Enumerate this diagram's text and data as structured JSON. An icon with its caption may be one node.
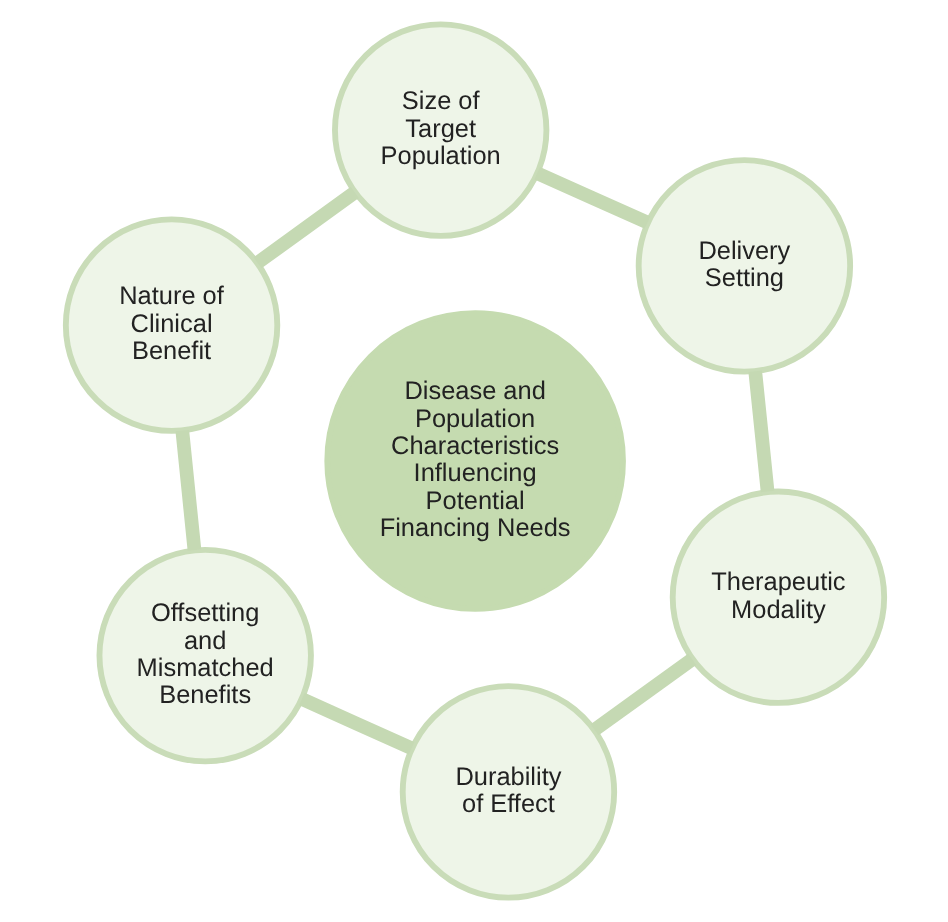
{
  "diagram": {
    "nodes": [
      {
        "text": [
          "Size of Target Population"
        ]
      },
      {
        "text": [
          "Delivery Setting"
        ]
      },
      {
        "text": [
          "Nature of Clinical Benefit"
        ]
      },
      {
        "text": [
          "Disease and Population Characteristics Influencing Potential Financing Needs"
        ]
      },
      {
        "text": [
          "Therapeutic Modality"
        ]
      },
      {
        "text": [
          "Offsetting and Mismatched Benefits"
        ]
      },
      {
        "text": [
          "Durability of Effect"
        ]
      }
    ],
    "edges": [
      {
        "from": 0,
        "to": 2,
        "arrow": "none"
      },
      {
        "from": 2,
        "to": 5,
        "arrow": "none"
      },
      {
        "from": 5,
        "to": 6,
        "arrow": "none"
      },
      {
        "from": 6,
        "to": 4,
        "arrow": "none"
      },
      {
        "from": 4,
        "to": 1,
        "arrow": "none"
      },
      {
        "from": 1,
        "to": 0,
        "arrow": "none"
      }
    ]
  }
}
